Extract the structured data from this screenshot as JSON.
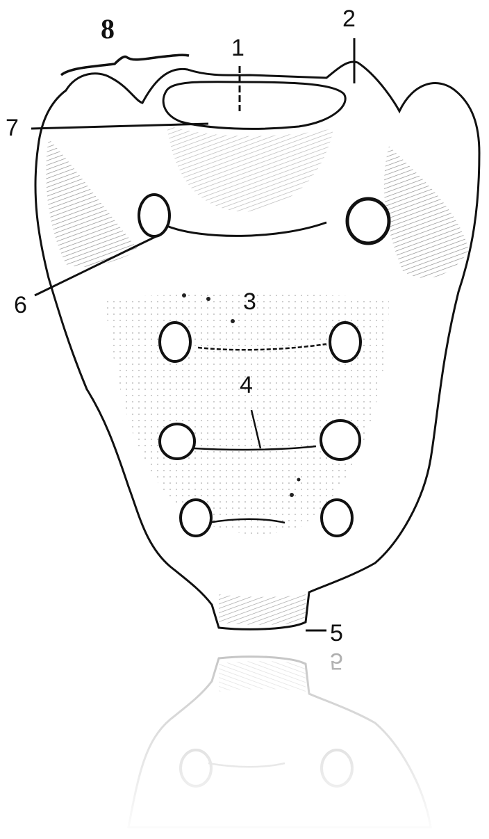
{
  "figure": {
    "labels": [
      {
        "id": "label-8",
        "text": "8"
      },
      {
        "id": "label-1",
        "text": "1"
      },
      {
        "id": "label-2",
        "text": "2"
      },
      {
        "id": "label-7",
        "text": "7"
      },
      {
        "id": "label-6",
        "text": "6"
      },
      {
        "id": "label-3",
        "text": "3"
      },
      {
        "id": "label-4",
        "text": "4"
      },
      {
        "id": "label-5",
        "text": "5"
      }
    ],
    "reflection_label": "5"
  }
}
